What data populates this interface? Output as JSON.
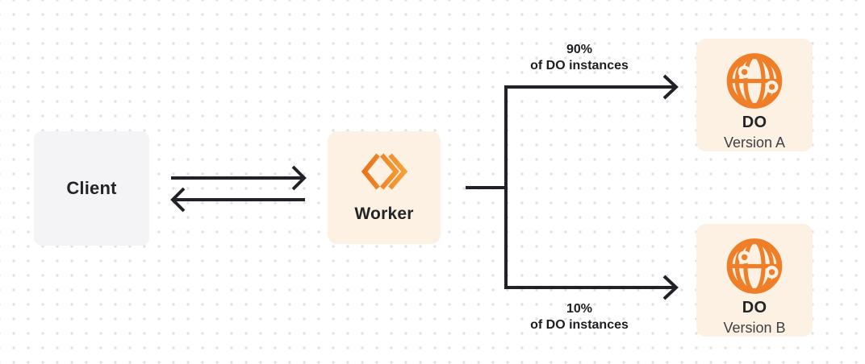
{
  "colors": {
    "accent_orange": "#F0811F",
    "accent_orange_light": "#F6A43B",
    "cream_box": "#FCF1E2",
    "gray_box": "#F4F4F6",
    "arrow": "#212227",
    "dot_grid": "#E0E1E4",
    "heading_text": "#232428",
    "subtitle_text": "#3E3F44"
  },
  "client": {
    "label": "Client"
  },
  "worker": {
    "label": "Worker",
    "icon": "workers-chevrons-icon"
  },
  "branch_top": {
    "percent": "90%",
    "caption": "of DO instances"
  },
  "branch_bottom": {
    "percent": "10%",
    "caption": "of DO instances"
  },
  "do_version_a": {
    "title": "DO",
    "subtitle": "Version A",
    "icon": "globe-icon"
  },
  "do_version_b": {
    "title": "DO",
    "subtitle": "Version B",
    "icon": "globe-icon"
  }
}
